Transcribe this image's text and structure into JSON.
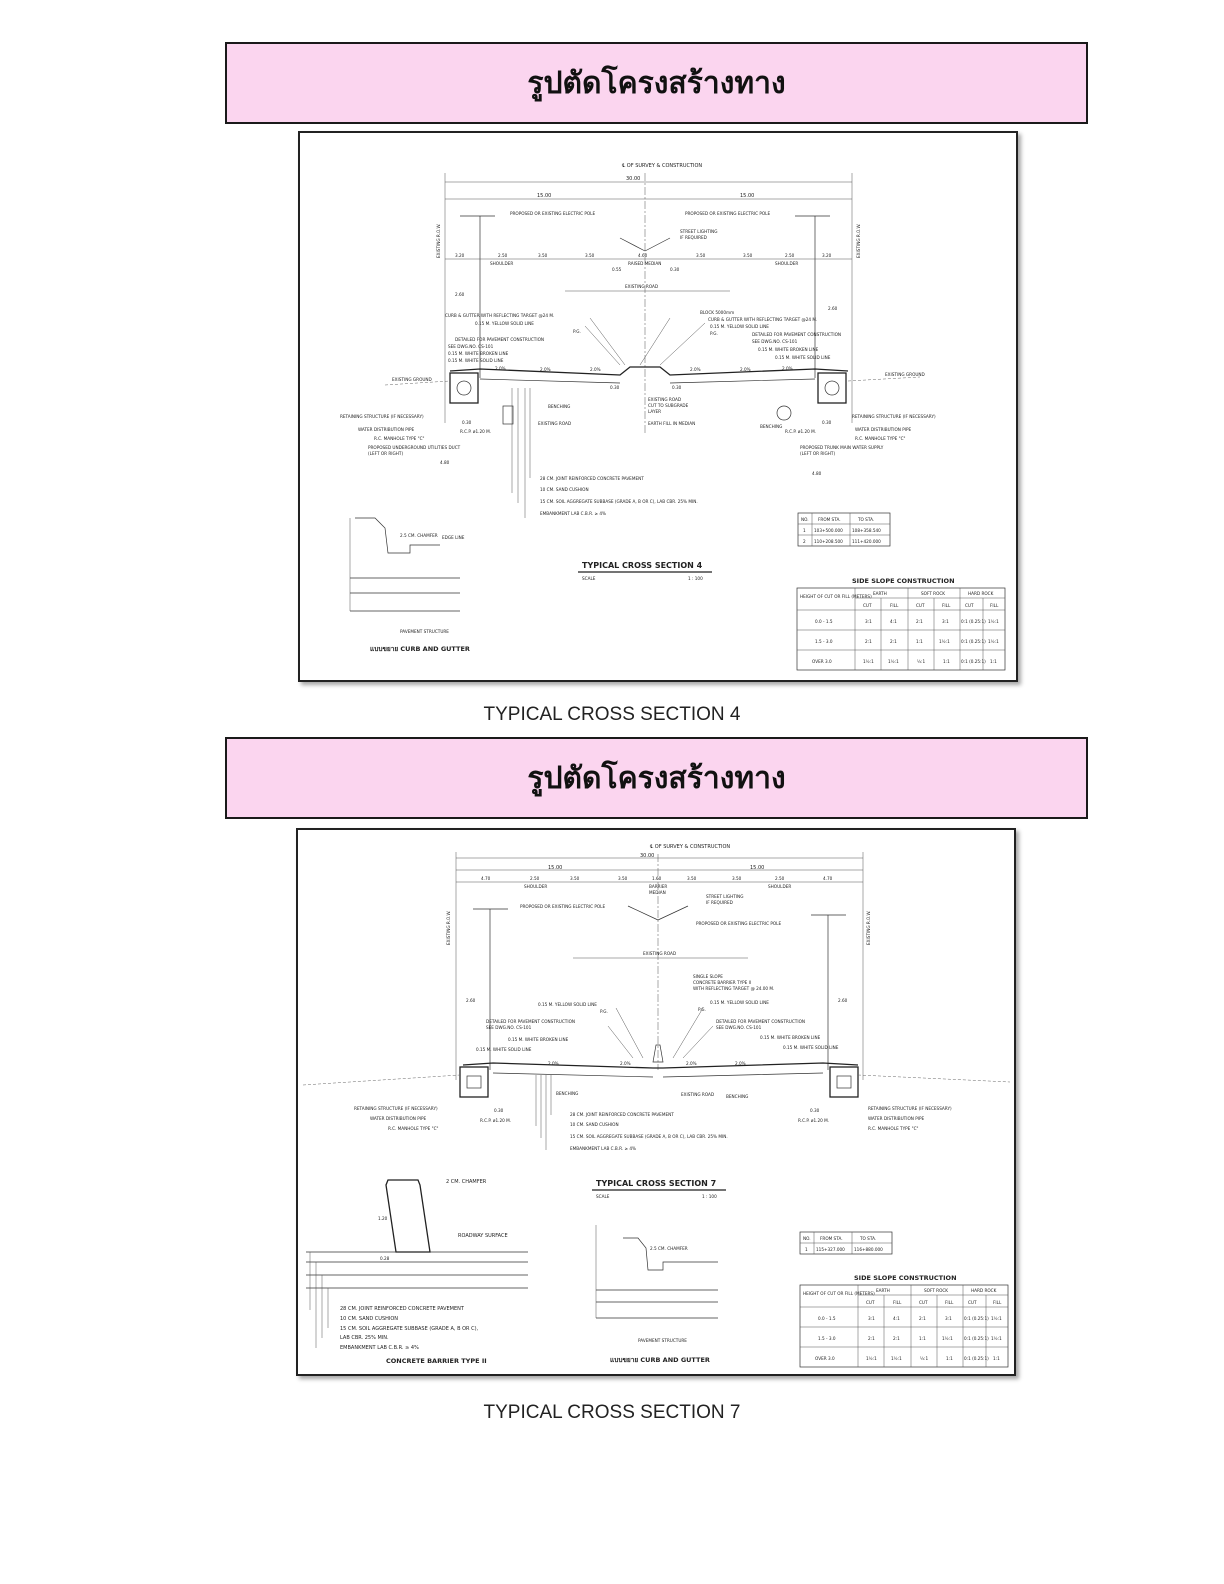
{
  "sections": [
    {
      "banner": "รูปตัดโครงสร้างทาง",
      "caption": "TYPICAL CROSS SECTION 4",
      "drawing": {
        "centerline": "℄ OF SURVEY & CONSTRUCTION",
        "total_width": "30.00",
        "half_left": "15.00",
        "half_right": "15.00",
        "lane_dims": [
          "3.20",
          "2.50",
          "3.50",
          "3.50",
          "4.60",
          "3.50",
          "3.50",
          "2.50",
          "3.20"
        ],
        "sub_dims": [
          "0.55",
          "0.30"
        ],
        "shoulder_left": "SHOULDER",
        "shoulder_right": "SHOULDER",
        "median": "RAISED MEDIAN",
        "pole_left": "PROPOSED OR EXISTING ELECTRIC POLE",
        "pole_right": "PROPOSED OR EXISTING ELECTRIC POLE",
        "lighting": [
          "STREET LIGHTING",
          "IF REQUIRED"
        ],
        "row_left": "EXISTING R.O.W.",
        "row_right": "EXISTING R.O.W.",
        "existing_road_top": "EXISTING ROAD",
        "dim_260_left": "2.60",
        "dim_260_right": "2.60",
        "notes_left": [
          "CURB & GUTTER WITH REFLECTING TARGET @24 M.",
          "0.15 M. YELLOW SOLID LINE",
          "P.G.",
          "DETAILED FOR PAVEMENT CONSTRUCTION",
          "SEE DWG.NO. CS-101",
          "0.15 M. WHITE BROKEN LINE",
          "0.15 M. WHITE SOLID LINE"
        ],
        "notes_right": [
          "BLOCK 5000mm",
          "CURB & GUTTER WITH REFLECTING TARGET @24 M.",
          "0.15 M. YELLOW SOLID LINE",
          "P.G.",
          "DETAILED FOR PAVEMENT CONSTRUCTION",
          "SEE DWG.NO. CS-101",
          "0.15 M. WHITE BROKEN LINE",
          "0.15 M. WHITE SOLID LINE"
        ],
        "slopes": [
          "2.0%",
          "2.0%",
          "2.0%",
          "2.0%",
          "2.0%",
          "2.0%"
        ],
        "ground_left": "EXISTING GROUND",
        "ground_right": "EXISTING GROUND",
        "center_notes": [
          "EXISTING ROAD",
          "CUT TO SUBGRADE",
          "LAYER",
          "EARTH FILL IN MEDIAN"
        ],
        "dim_030": [
          "0.30",
          "0.30",
          "0.30",
          "0.30"
        ],
        "benching_left": "BENCHING",
        "benching_right": "BENCHING",
        "existing_road_left": "EXISTING ROAD",
        "bottom_left_notes": [
          "RETAINING STRUCTURE (IF NECESSARY)",
          "WATER DISTRIBUTION PIPE",
          "R.C. MANHOLE TYPE \"C\"",
          "PROPOSED UNDERGROUND UTILITIES DUCT",
          "(LEFT OR RIGHT)"
        ],
        "bottom_right_notes": [
          "RETAINING STRUCTURE (IF NECESSARY)",
          "WATER DISTRIBUTION PIPE",
          "R.C. MANHOLE TYPE \"C\"",
          "PROPOSED TRUNK MAIN WATER SUPPLY",
          "(LEFT OR RIGHT)"
        ],
        "rcp": "R.C.P. ø1.20 M.",
        "dim_480": "4.80",
        "layers": [
          "28 CM. JOINT REINFORCED CONCRETE PAVEMENT",
          "10 CM. SAND CUSHION",
          "15 CM. SOIL AGGREGATE SUBBASE (GRADE A, B OR C), LAB CBR. 25% MIN.",
          "EMBANKMENT LAB C.B.R. ≥ 4%"
        ],
        "title": "TYPICAL CROSS SECTION 4",
        "scale_label": "SCALE",
        "scale_value": "1 : 100",
        "detail_title": "แบบขยาย CURB AND GUTTER",
        "detail_labels": [
          "2.5 CM. CHAMFER",
          "EDGE LINE",
          "PAVEMENT STRUCTURE"
        ],
        "sta_table": {
          "headers": [
            "NO.",
            "FROM STA.",
            "TO STA."
          ],
          "rows": [
            [
              "1",
              "103+500.000",
              "108+358.540"
            ],
            [
              "2",
              "110+208.500",
              "111+420.000"
            ]
          ]
        },
        "slope_table": {
          "title": "SIDE SLOPE CONSTRUCTION",
          "col1": "HEIGHT OF CUT OR FILL (METERS)",
          "groups": [
            "EARTH",
            "SOFT ROCK",
            "HARD ROCK"
          ],
          "subs": [
            "CUT",
            "FILL",
            "CUT",
            "FILL",
            "CUT",
            "FILL"
          ],
          "rows": [
            [
              "0.0 - 1.5",
              "3:1",
              "4:1",
              "2:1",
              "3:1",
              "0:1 (0.25:1)",
              "1½:1"
            ],
            [
              "1.5 - 3.0",
              "2:1",
              "2:1",
              "1:1",
              "1½:1",
              "0:1 (0.25:1)",
              "1½:1"
            ],
            [
              "OVER 3.0",
              "1½:1",
              "1½:1",
              "½:1",
              "1:1",
              "0:1 (0.25:1)",
              "1:1"
            ]
          ]
        }
      }
    },
    {
      "banner": "รูปตัดโครงสร้างทาง",
      "caption": "TYPICAL CROSS SECTION 7",
      "drawing": {
        "centerline": "℄ OF SURVEY & CONSTRUCTION",
        "total_width": "30.00",
        "half_left": "15.00",
        "half_right": "15.00",
        "lane_dims": [
          "4.70",
          "2.50",
          "3.50",
          "3.50",
          "1.60",
          "3.50",
          "3.50",
          "2.50",
          "4.70"
        ],
        "shoulder_left": "SHOULDER",
        "shoulder_right": "SHOULDER",
        "median": [
          "BARRIER",
          "MEDIAN"
        ],
        "lighting": [
          "STREET LIGHTING",
          "IF REQUIRED"
        ],
        "pole_left": "PROPOSED OR EXISTING ELECTRIC POLE",
        "pole_right": "PROPOSED OR EXISTING ELECTRIC POLE",
        "row_left": "EXISTING R.O.W.",
        "row_right": "EXISTING R.O.W.",
        "existing_road_top": "EXISTING ROAD",
        "barrier_notes": [
          "SINGLE SLOPE",
          "CONCRETE BARRIER TYPE II",
          "WITH REFLECTING TARGET @ 24.00 M."
        ],
        "dim_260_left": "2.60",
        "dim_260_right": "2.60",
        "notes_left": [
          "0.15 M. YELLOW SOLID LINE",
          "P.G.",
          "DETAILED FOR PAVEMENT CONSTRUCTION",
          "SEE DWG.NO. CS-101",
          "0.15 M. WHITE BROKEN LINE",
          "0.15 M. WHITE SOLID LINE"
        ],
        "notes_right": [
          "0.15 M. YELLOW SOLID LINE",
          "P.G.",
          "DETAILED FOR PAVEMENT CONSTRUCTION",
          "SEE DWG.NO. CS-101",
          "0.15 M. WHITE BROKEN LINE",
          "0.15 M. WHITE SOLID LINE"
        ],
        "slopes": [
          "2.0%",
          "2.0%",
          "2.0%",
          "2.0%"
        ],
        "benching_left": "BENCHING",
        "benching_right": "BENCHING",
        "existing_road_center": "EXISTING ROAD",
        "bottom_left_notes": [
          "RETAINING STRUCTURE (IF NECESSARY)",
          "WATER DISTRIBUTION PIPE",
          "R.C. MANHOLE TYPE \"C\""
        ],
        "bottom_right_notes": [
          "RETAINING STRUCTURE (IF NECESSARY)",
          "WATER DISTRIBUTION PIPE",
          "R.C. MANHOLE TYPE \"C\""
        ],
        "rcp": "R.C.P. ø1.20 M.",
        "dim_030": [
          "0.30",
          "0.30"
        ],
        "layers": [
          "28 CM. JOINT REINFORCED CONCRETE PAVEMENT",
          "10 CM. SAND CUSHION",
          "15 CM. SOIL AGGREGATE SUBBASE (GRADE A, B OR C), LAB CBR. 25% MIN.",
          "EMBANKMENT LAB C.B.R. ≥ 4%"
        ],
        "title": "TYPICAL CROSS SECTION 7",
        "scale_label": "SCALE",
        "scale_value": "1 : 100",
        "barrier_detail": {
          "chamfer": "2 CM. CHAMFER",
          "dim_120": "1.20",
          "dim_028": "0.28",
          "roadway": "ROADWAY SURFACE",
          "layers": [
            "28 CM. JOINT REINFORCED CONCRETE PAVEMENT",
            "10 CM. SAND CUSHION",
            "15 CM. SOIL AGGREGATE SUBBASE (GRADE A, B OR C),",
            "LAB CBR. 25% MIN.",
            "EMBANKMENT LAB C.B.R. ≥ 4%"
          ],
          "title": "CONCRETE BARRIER TYPE II"
        },
        "curb_detail": {
          "labels": [
            "2.5 CM. CHAMFER",
            "PAVEMENT STRUCTURE"
          ],
          "title": "แบบขยาย CURB AND GUTTER"
        },
        "sta_table": {
          "headers": [
            "NO.",
            "FROM STA.",
            "TO STA."
          ],
          "rows": [
            [
              "1",
              "115+327.000",
              "116+880.000"
            ]
          ]
        },
        "slope_table": {
          "title": "SIDE SLOPE CONSTRUCTION",
          "col1": "HEIGHT OF CUT OR FILL (METERS)",
          "groups": [
            "EARTH",
            "SOFT ROCK",
            "HARD ROCK"
          ],
          "subs": [
            "CUT",
            "FILL",
            "CUT",
            "FILL",
            "CUT",
            "FILL"
          ],
          "rows": [
            [
              "0.0 - 1.5",
              "3:1",
              "4:1",
              "2:1",
              "3:1",
              "0:1 (0.25:1)",
              "1½:1"
            ],
            [
              "1.5 - 3.0",
              "2:1",
              "2:1",
              "1:1",
              "1½:1",
              "0:1 (0.25:1)",
              "1½:1"
            ],
            [
              "OVER 3.0",
              "1½:1",
              "1½:1",
              "½:1",
              "1:1",
              "0:1 (0.25:1)",
              "1:1"
            ]
          ]
        }
      }
    }
  ]
}
